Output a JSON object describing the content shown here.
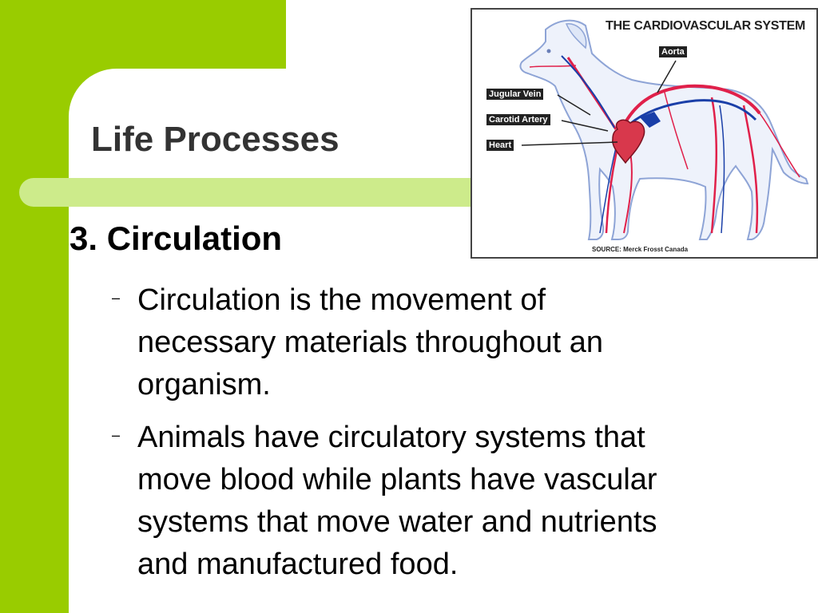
{
  "slide": {
    "title": "Life Processes",
    "heading": "3. Circulation",
    "bullets": [
      {
        "marker": "–",
        "lines": [
          "Circulation is the movement of",
          "necessary materials throughout an",
          "organism."
        ]
      },
      {
        "marker": "–",
        "lines": [
          "Animals have circulatory systems that",
          "move blood while plants have vascular",
          "systems that move water and nutrients",
          "and manufactured food."
        ]
      }
    ]
  },
  "figure": {
    "title": "THE CARDIOVASCULAR SYSTEM",
    "labels": {
      "aorta": "Aorta",
      "jugular_vein": "Jugular Vein",
      "carotid_artery": "Carotid Artery",
      "heart": "Heart"
    },
    "source": "SOURCE: Merck Frosst Canada"
  },
  "colors": {
    "accent_green": "#99cc00",
    "title_bar": "#cdeb8b",
    "artery_red": "#e0204a",
    "vein_blue": "#1a3fa8"
  }
}
